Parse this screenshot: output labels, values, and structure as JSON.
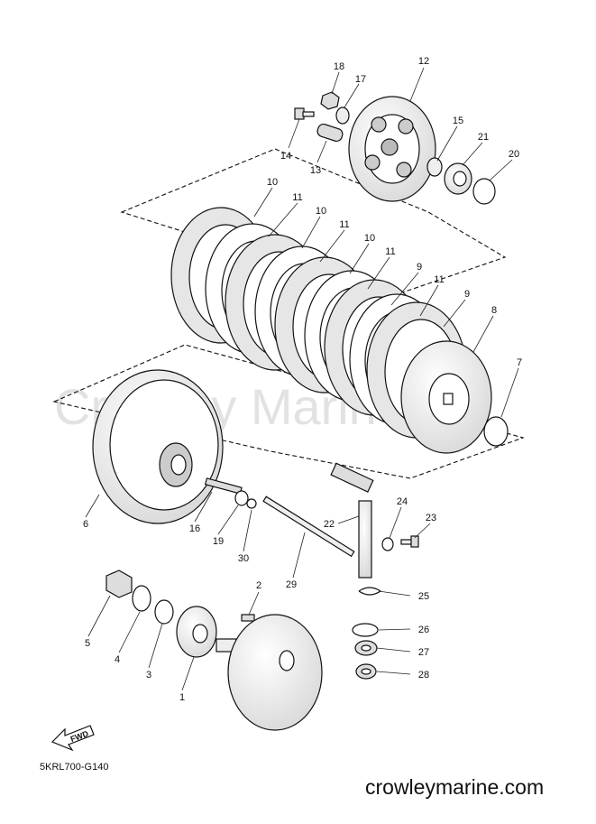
{
  "watermark": "Crowley Marine",
  "drawing_code": "5KRL700-G140",
  "site": "crowleymarine.com",
  "fwd_label": "FWD",
  "callouts": [
    "1",
    "2",
    "3",
    "4",
    "5",
    "6",
    "7",
    "8",
    "9",
    "9",
    "10",
    "10",
    "10",
    "11",
    "11",
    "11",
    "11",
    "12",
    "13",
    "14",
    "15",
    "16",
    "17",
    "18",
    "19",
    "20",
    "21",
    "22",
    "23",
    "24",
    "25",
    "26",
    "27",
    "28",
    "29",
    "30"
  ]
}
